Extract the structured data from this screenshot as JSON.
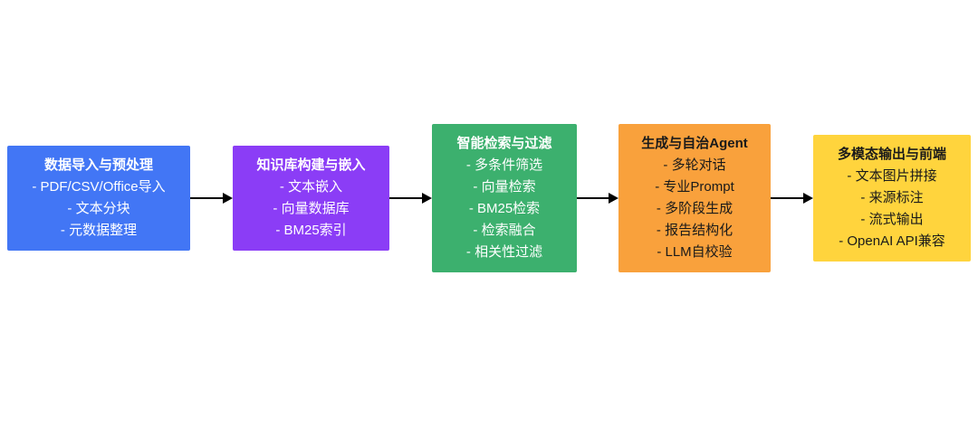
{
  "flowchart": {
    "arrow_color": "#000000",
    "nodes": [
      {
        "id": "data-import",
        "title": "数据导入与预处理",
        "items": [
          "- PDF/CSV/Office导入",
          "- 文本分块",
          "- 元数据整理"
        ],
        "bg_color": "#4276F5",
        "text_color": "#FFFFFF"
      },
      {
        "id": "knowledge-base",
        "title": "知识库构建与嵌入",
        "items": [
          "- 文本嵌入",
          "- 向量数据库",
          "- BM25索引"
        ],
        "bg_color": "#8B3DF6",
        "text_color": "#FFFFFF"
      },
      {
        "id": "retrieval-filtering",
        "title": "智能检索与过滤",
        "items": [
          "- 多条件筛选",
          "- 向量检索",
          "- BM25检索",
          "- 检索融合",
          "- 相关性过滤"
        ],
        "bg_color": "#3CB06E",
        "text_color": "#FFFFFF"
      },
      {
        "id": "generation-agent",
        "title": "生成与自治Agent",
        "items": [
          "- 多轮对话",
          "- 专业Prompt",
          "- 多阶段生成",
          "- 报告结构化",
          "- LLM自校验"
        ],
        "bg_color": "#F9A13C",
        "text_color": "#1A1A1A"
      },
      {
        "id": "multimodal-output",
        "title": "多模态输出与前端",
        "items": [
          "- 文本图片拼接",
          "- 来源标注",
          "- 流式输出",
          "- OpenAI API兼容"
        ],
        "bg_color": "#FFD43D",
        "text_color": "#1A1A1A"
      }
    ]
  }
}
